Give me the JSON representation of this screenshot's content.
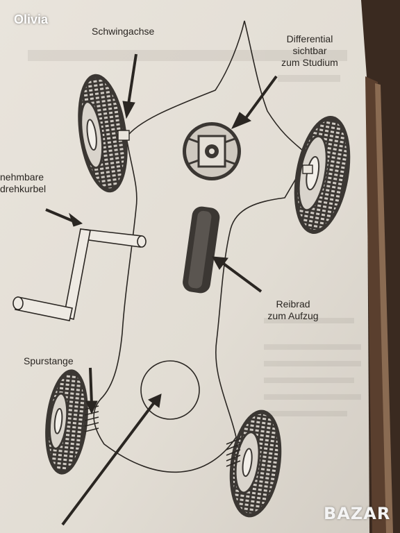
{
  "watermark": {
    "user": "Olivia",
    "brand": "BAZAR"
  },
  "labels": {
    "schwingachse": "Schwingachse",
    "differential_1": "Differential",
    "differential_2": "sichtbar",
    "differential_3": "zum Studium",
    "kurbel_1": "nehmbare",
    "kurbel_2": "drehkurbel",
    "reibrad_1": "Reibrad",
    "reibrad_2": "zum Aufzug",
    "spurstange": "Spurstange"
  },
  "colors": {
    "paper": "#e6e1d9",
    "ink": "#2a2622",
    "tire": "#3b3733",
    "background": "#3a2a20"
  }
}
